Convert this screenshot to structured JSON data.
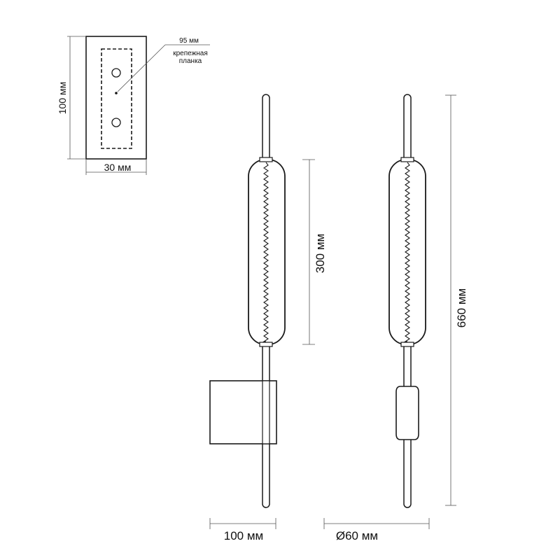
{
  "bracket": {
    "width_label": "30 мм",
    "height_label": "100 мм",
    "spacing_label": "95 мм",
    "plate_label_line1": "крепежная",
    "plate_label_line2": "планка"
  },
  "side_view": {
    "shade_height_label": "300 мм",
    "depth_label": "100 мм"
  },
  "front_view": {
    "total_height_label": "660 мм",
    "diameter_label": "Ø60 мм"
  }
}
